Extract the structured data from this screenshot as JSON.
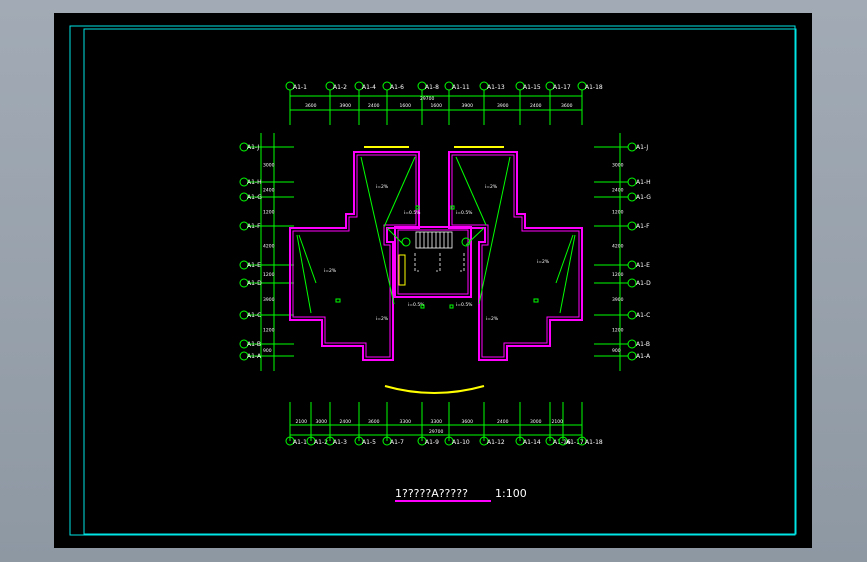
{
  "drawing": {
    "title_text": "1?????A?????",
    "title_scale": "1:100",
    "colors": {
      "background": "#000000",
      "frame": "#00e5e5",
      "wall": "#ff00ff",
      "axis": "#00ff00",
      "accent": "#ffff00",
      "text": "#ffffff"
    },
    "top_axes": [
      {
        "label": "A1-1"
      },
      {
        "label": "A1-2"
      },
      {
        "label": "A1-4"
      },
      {
        "label": "A1-6"
      },
      {
        "label": "A1-8"
      },
      {
        "label": "A1-11"
      },
      {
        "label": "A1-13"
      },
      {
        "label": "A1-15"
      },
      {
        "label": "A1-17"
      },
      {
        "label": "A1-18"
      }
    ],
    "bottom_axes": [
      {
        "label": "A1-1"
      },
      {
        "label": "A1-2"
      },
      {
        "label": "A1-3"
      },
      {
        "label": "A1-5"
      },
      {
        "label": "A1-7"
      },
      {
        "label": "A1-9"
      },
      {
        "label": "A1-10"
      },
      {
        "label": "A1-12"
      },
      {
        "label": "A1-14"
      },
      {
        "label": "A1-16"
      },
      {
        "label": "A1-17"
      },
      {
        "label": "A1-18"
      }
    ],
    "left_axes": [
      {
        "label": "A1-J"
      },
      {
        "label": "A1-H"
      },
      {
        "label": "A1-G"
      },
      {
        "label": "A1-F"
      },
      {
        "label": "A1-E"
      },
      {
        "label": "A1-D"
      },
      {
        "label": "A1-C"
      },
      {
        "label": "A1-B"
      },
      {
        "label": "A1-A"
      }
    ],
    "right_axes": [
      {
        "label": "A1-J"
      },
      {
        "label": "A1-H"
      },
      {
        "label": "A1-G"
      },
      {
        "label": "A1-F"
      },
      {
        "label": "A1-E"
      },
      {
        "label": "A1-D"
      },
      {
        "label": "A1-C"
      },
      {
        "label": "A1-B"
      },
      {
        "label": "A1-A"
      }
    ],
    "top_dims": [
      "3600",
      "3900",
      "2400",
      "1600",
      "1600",
      "3900",
      "3900",
      "2400",
      "3600"
    ],
    "top_total": "29700",
    "bottom_dims": [
      "2100",
      "3000",
      "2400",
      "3600",
      "3300",
      "3300",
      "3600",
      "2400",
      "3000",
      "2100"
    ],
    "bottom_total": "29700",
    "left_dims": [
      "3000",
      "2400",
      "1200",
      "4200",
      "1200",
      "3900",
      "1200",
      "900"
    ],
    "right_dims": [
      "3000",
      "2400",
      "1200",
      "4200",
      "1200",
      "3900",
      "1200",
      "900"
    ],
    "slope_labels": [
      "i=2%",
      "i=2%",
      "i=0.5%",
      "i=0.5%",
      "i=2%",
      "i=2%",
      "i=2%",
      "i=2%",
      "i=0.5%",
      "i=0.5%"
    ]
  }
}
